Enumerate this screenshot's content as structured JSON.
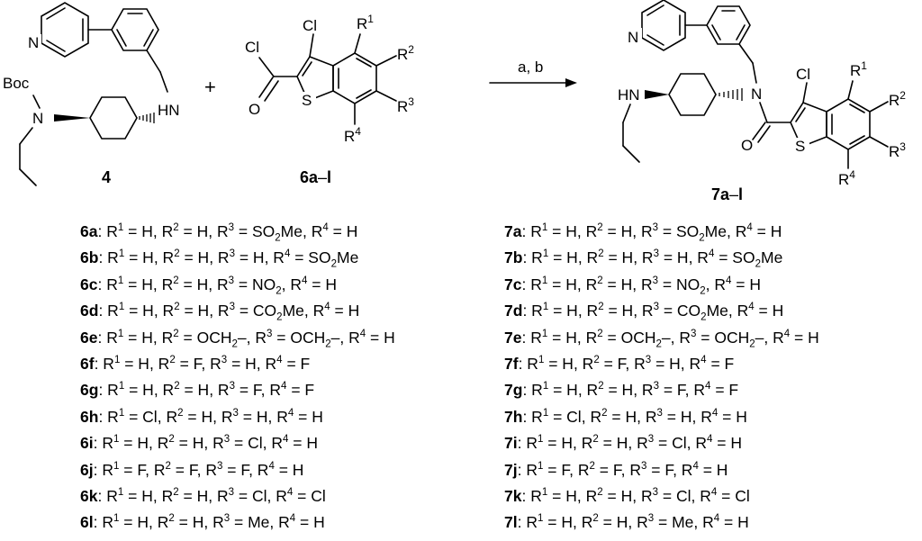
{
  "reactant1": {
    "label": "4",
    "atoms": {
      "pyridine_n": "N",
      "boc": "Boc",
      "amide_n": "N",
      "amine": "HN"
    }
  },
  "plus_sign": "+",
  "reactant2": {
    "label_prefix": "6a",
    "label_dash": "–",
    "label_suffix": "l",
    "atoms": {
      "acyl_cl": "Cl",
      "oxygen": "O",
      "ring_cl": "Cl",
      "sulfur": "S",
      "r1": "R",
      "r1_sup": "1",
      "r2": "R",
      "r2_sup": "2",
      "r3": "R",
      "r3_sup": "3",
      "r4": "R",
      "r4_sup": "4"
    }
  },
  "conditions": "a, b",
  "product": {
    "label_prefix": "7a",
    "label_dash": "–",
    "label_suffix": "l",
    "atoms": {
      "pyridine_n": "N",
      "amine": "HN",
      "amide_n": "N",
      "oxygen": "O",
      "ring_cl": "Cl",
      "sulfur": "S",
      "r1": "R",
      "r1_sup": "1",
      "r2": "R",
      "r2_sup": "2",
      "r3": "R",
      "r3_sup": "3",
      "r4": "R",
      "r4_sup": "4"
    }
  },
  "substituents_6": [
    {
      "id": "6a",
      "r1": "H",
      "r2": "H",
      "r3": "SO2Me",
      "r4": "H"
    },
    {
      "id": "6b",
      "r1": "H",
      "r2": "H",
      "r3": "H",
      "r4": "SO2Me"
    },
    {
      "id": "6c",
      "r1": "H",
      "r2": "H",
      "r3": "NO2",
      "r4": "H"
    },
    {
      "id": "6d",
      "r1": "H",
      "r2": "H",
      "r3": "CO2Me",
      "r4": "H"
    },
    {
      "id": "6e",
      "r1": "H",
      "r2": "OCH2–",
      "r3": "OCH2–",
      "r4": "H"
    },
    {
      "id": "6f",
      "r1": "H",
      "r2": "F",
      "r3": "H",
      "r4": "F"
    },
    {
      "id": "6g",
      "r1": "H",
      "r2": "H",
      "r3": "F",
      "r4": "F"
    },
    {
      "id": "6h",
      "r1": "Cl",
      "r2": "H",
      "r3": "H",
      "r4": "H"
    },
    {
      "id": "6i",
      "r1": "H",
      "r2": "H",
      "r3": "Cl",
      "r4": "H"
    },
    {
      "id": "6j",
      "r1": "F",
      "r2": "F",
      "r3": "F",
      "r4": "H"
    },
    {
      "id": "6k",
      "r1": "H",
      "r2": "H",
      "r3": "Cl",
      "r4": "Cl"
    },
    {
      "id": "6l",
      "r1": "H",
      "r2": "H",
      "r3": "Me",
      "r4": "H"
    }
  ],
  "substituents_7": [
    {
      "id": "7a",
      "r1": "H",
      "r2": "H",
      "r3": "SO2Me",
      "r4": "H"
    },
    {
      "id": "7b",
      "r1": "H",
      "r2": "H",
      "r3": "H",
      "r4": "SO2Me"
    },
    {
      "id": "7c",
      "r1": "H",
      "r2": "H",
      "r3": "NO2",
      "r4": "H"
    },
    {
      "id": "7d",
      "r1": "H",
      "r2": "H",
      "r3": "CO2Me",
      "r4": "H"
    },
    {
      "id": "7e",
      "r1": "H",
      "r2": "OCH2–",
      "r3": "OCH2–",
      "r4": "H"
    },
    {
      "id": "7f",
      "r1": "H",
      "r2": "F",
      "r3": "H",
      "r4": "F"
    },
    {
      "id": "7g",
      "r1": "H",
      "r2": "H",
      "r3": "F",
      "r4": "F"
    },
    {
      "id": "7h",
      "r1": "Cl",
      "r2": "H",
      "r3": "H",
      "r4": "H"
    },
    {
      "id": "7i",
      "r1": "H",
      "r2": "H",
      "r3": "Cl",
      "r4": "H"
    },
    {
      "id": "7j",
      "r1": "F",
      "r2": "F",
      "r3": "F",
      "r4": "H"
    },
    {
      "id": "7k",
      "r1": "H",
      "r2": "H",
      "r3": "Cl",
      "r4": "Cl"
    },
    {
      "id": "7l",
      "r1": "H",
      "r2": "H",
      "r3": "Me",
      "r4": "H"
    }
  ]
}
